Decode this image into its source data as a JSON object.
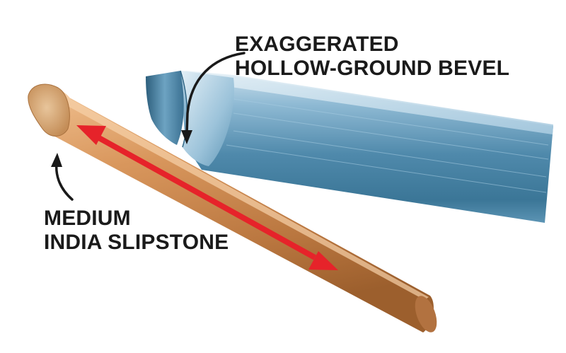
{
  "labels": {
    "bevel": {
      "line1": "EXAGGERATED",
      "line2": "HOLLOW-GROUND BEVEL"
    },
    "slipstone": {
      "line1": "MEDIUM",
      "line2": "INDIA SLIPSTONE"
    }
  },
  "objects": {
    "gouge": {
      "name": "gouge",
      "color": "#5f97b8"
    },
    "slipstone": {
      "name": "slipstone",
      "color": "#c98a52"
    }
  },
  "arrows": {
    "stroke_direction": {
      "color": "#e6232a",
      "style": "double-headed"
    },
    "callout_leaders": {
      "color": "#1a1a1a",
      "style": "curved"
    }
  }
}
